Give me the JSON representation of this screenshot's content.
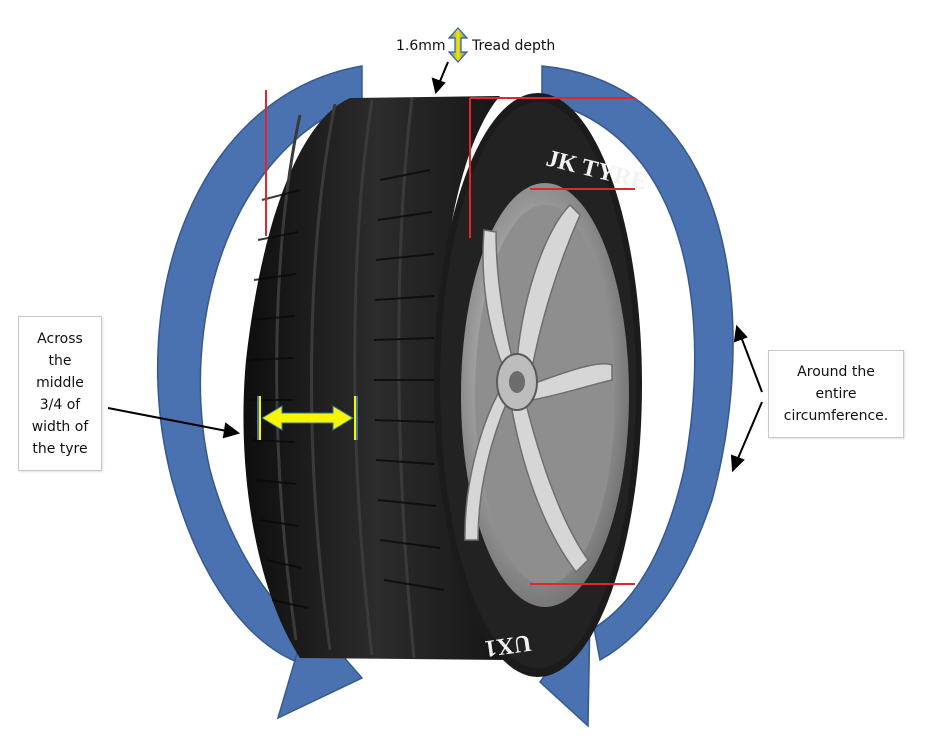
{
  "top_label": {
    "depth": "1.6mm",
    "name": "Tread depth"
  },
  "left_box": {
    "lines": [
      "Across",
      "the",
      "middle",
      "3/4 of",
      "width of",
      "the tyre"
    ]
  },
  "right_box": {
    "lines": [
      "Around the",
      "entire",
      "circumference."
    ]
  },
  "tyre": {
    "brand": "JK TYRE",
    "model": "UX1"
  },
  "colors": {
    "arc": "#4a72b0",
    "arc_edge": "#35598f",
    "red_marks": "#e0262b",
    "width_arrow": "#f8f500",
    "tyre": "#1b1b1b",
    "rim": "#9b9b9b"
  },
  "icons": {
    "depth": "double-arrow-icon",
    "pointer": "arrow-icon"
  }
}
